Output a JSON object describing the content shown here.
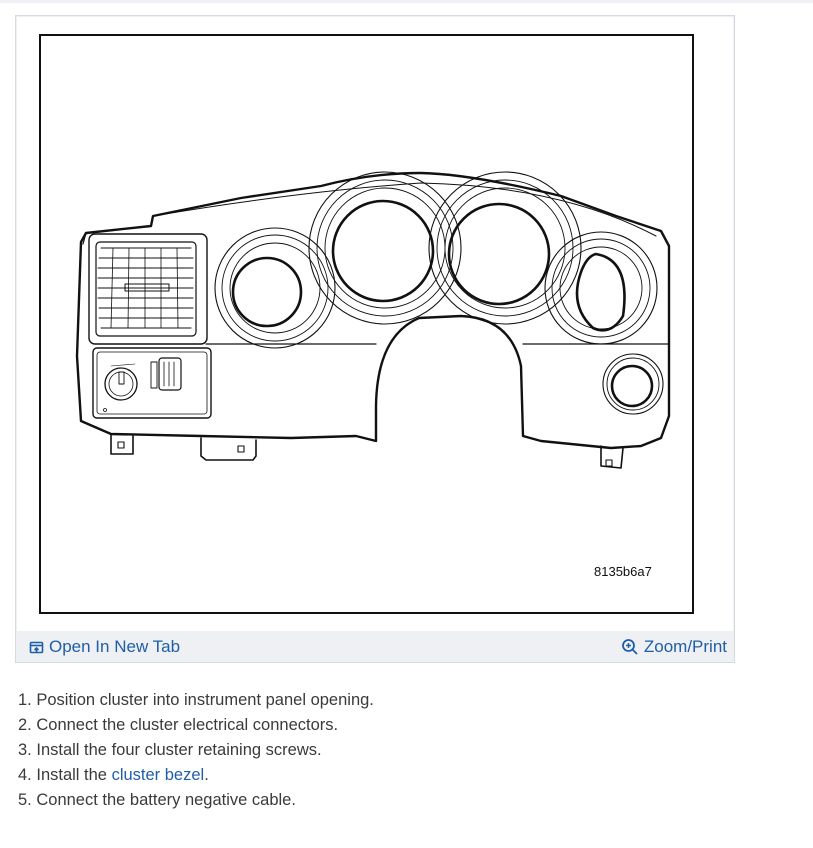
{
  "figure": {
    "code": "8135b6a7",
    "toolbar": {
      "open_new_tab_label": "Open In New Tab",
      "open_new_tab_icon": "external-window-icon",
      "zoom_print_label": "Zoom/Print",
      "zoom_print_icon": "zoom-in-icon"
    }
  },
  "steps": [
    {
      "number": "1.",
      "text": "Position cluster into instrument panel opening."
    },
    {
      "number": "2.",
      "text": "Connect the cluster electrical connectors."
    },
    {
      "number": "3.",
      "text": "Install the four cluster retaining screws."
    },
    {
      "number": "4.",
      "text": "Install the ",
      "link": "cluster bezel",
      "suffix": "."
    },
    {
      "number": "5.",
      "text": "Connect the battery negative cable."
    }
  ],
  "colors": {
    "link": "#1f5ea8",
    "toolbar_bg": "#eef0f3",
    "body_text": "#3a3a3a"
  }
}
